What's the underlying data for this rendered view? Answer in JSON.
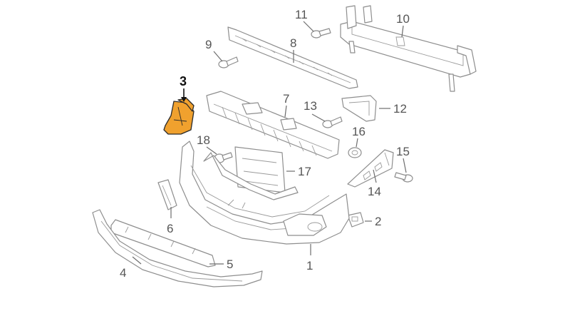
{
  "diagram": {
    "highlight_color": "#F0A12E",
    "callouts": {
      "c1": "1",
      "c2": "2",
      "c3": "3",
      "c4": "4",
      "c5": "5",
      "c6": "6",
      "c7": "7",
      "c8": "8",
      "c9": "9",
      "c10": "10",
      "c11": "11",
      "c12": "12",
      "c13": "13",
      "c14": "14",
      "c15": "15",
      "c16": "16",
      "c17": "17",
      "c18": "18"
    }
  }
}
